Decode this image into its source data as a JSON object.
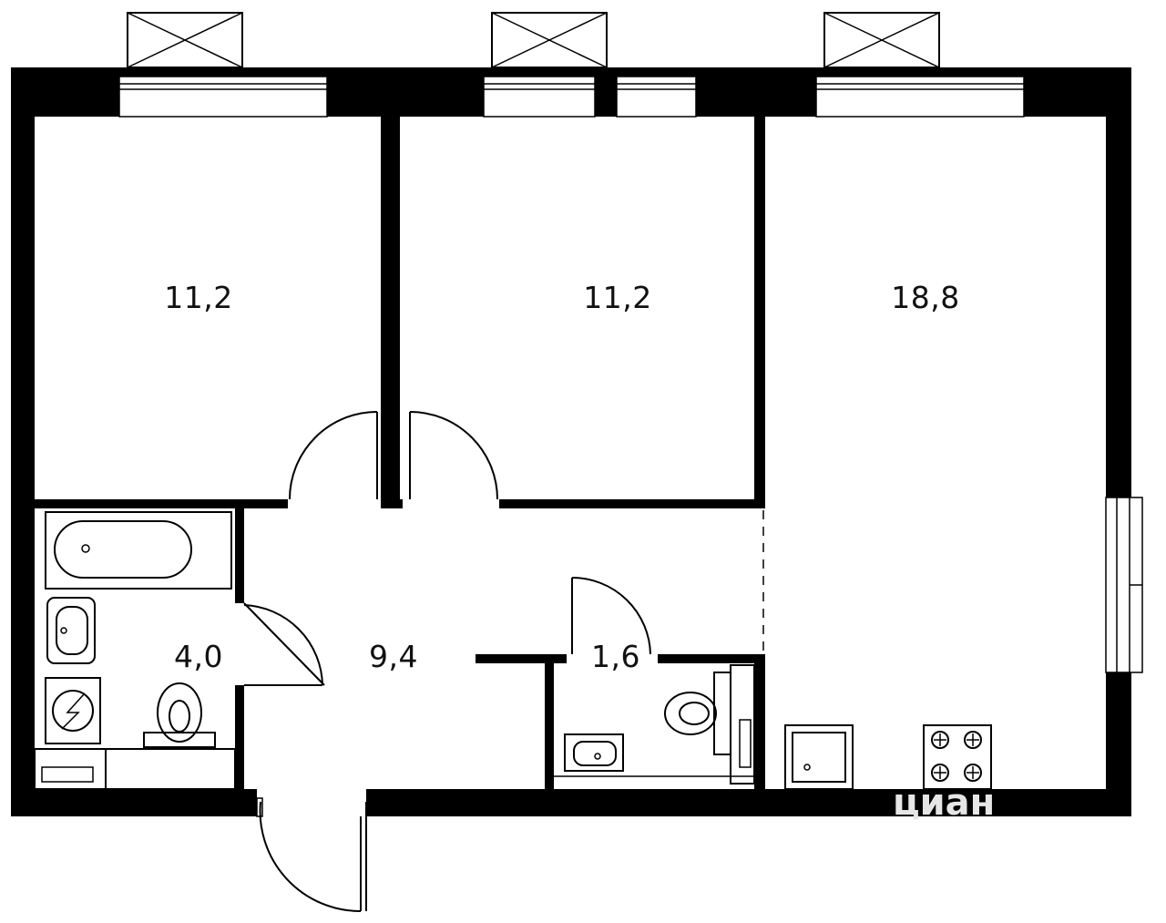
{
  "plan": {
    "rooms": [
      {
        "id": "bedroom-left",
        "area": "11,2"
      },
      {
        "id": "bedroom-middle",
        "area": "11,2"
      },
      {
        "id": "living-kitchen",
        "area": "18,8"
      },
      {
        "id": "hallway",
        "area": "9,4"
      },
      {
        "id": "bathroom",
        "area": "4,0"
      },
      {
        "id": "toilet",
        "area": "1,6"
      }
    ],
    "watermark": "циан",
    "icons": {
      "bathtub": "bathtub-icon",
      "sink": "sink-icon",
      "toilet": "toilet-icon",
      "washer": "washing-machine-icon",
      "stove": "stove-icon",
      "kitchen_sink": "kitchen-sink-icon",
      "ac": "air-conditioner-icon"
    },
    "colors": {
      "wall": "#000000",
      "floor": "#ffffff",
      "watermark": "#e6e6e6"
    }
  }
}
